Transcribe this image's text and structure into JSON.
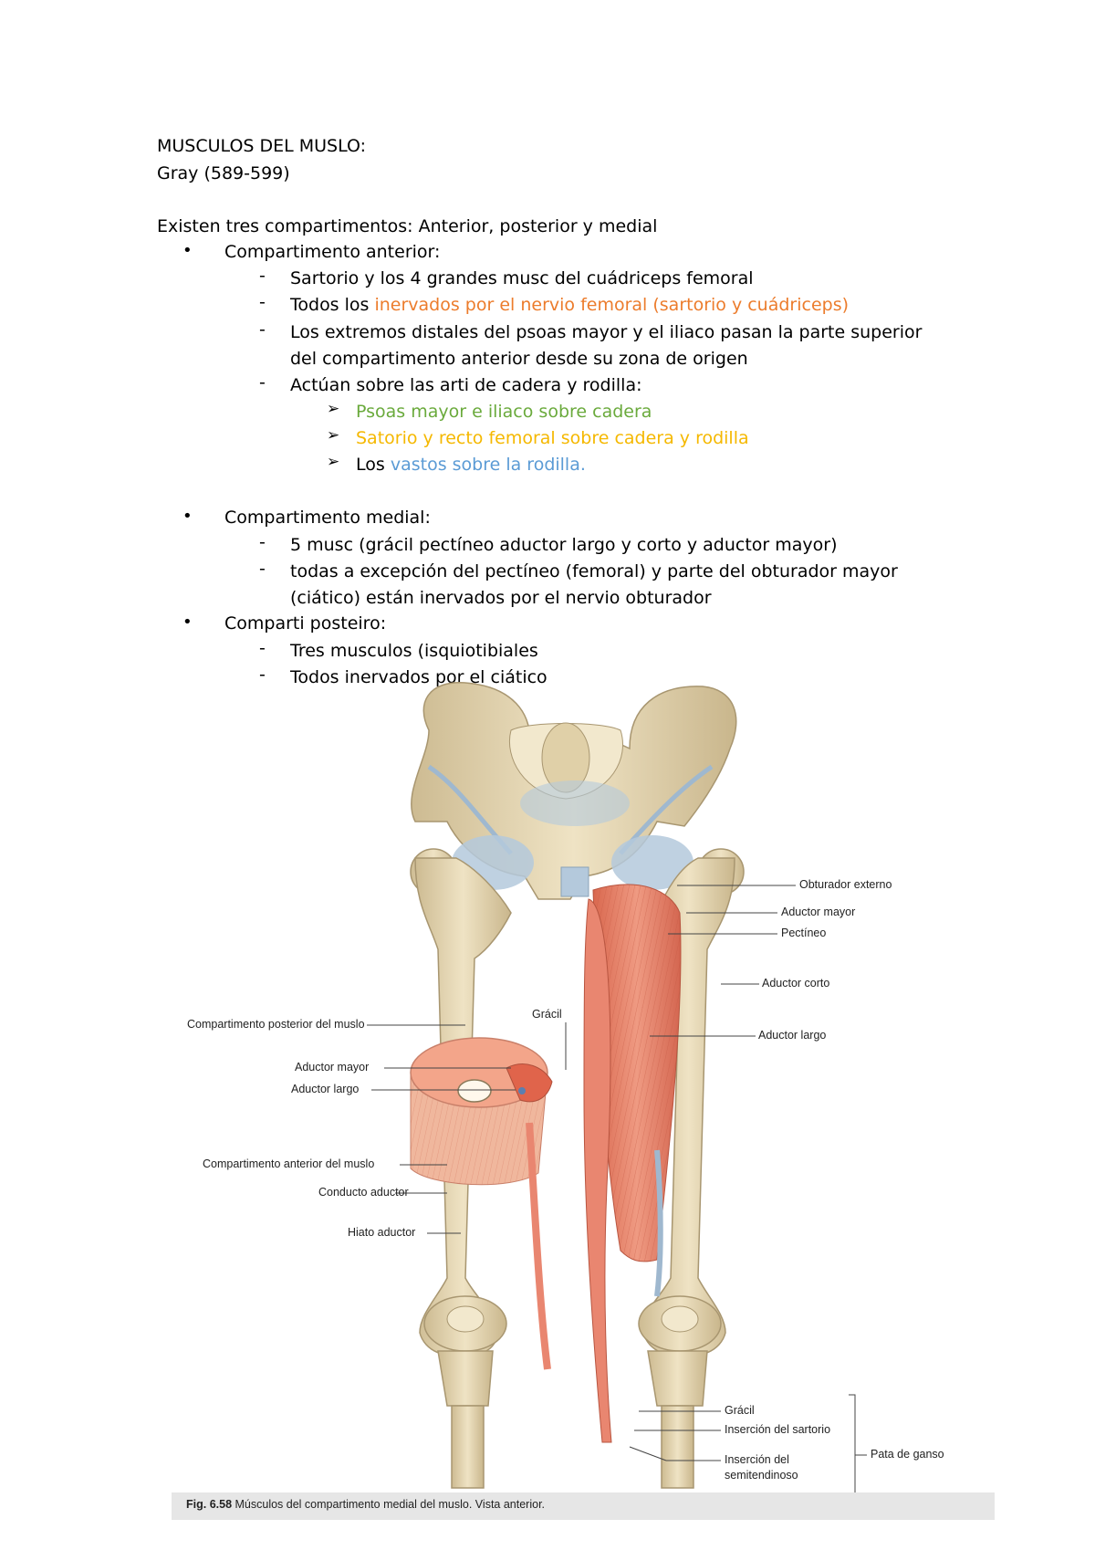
{
  "notes": {
    "title": "MUSCULOS DEL MUSLO:",
    "reference": "Gray (589-599)",
    "intro": "Existen tres compartimentos: Anterior, posterior y medial",
    "anterior": {
      "heading": "Compartimento anterior:",
      "item1": "Sartorio y los 4 grandes musc del cuádriceps femoral",
      "item2_prefix": "Todos los ",
      "item2_highlight": "inervados por el nervio femoral (sartorio y cuádriceps)",
      "item3_line1": "Los extremos distales del psoas mayor y el iliaco pasan  la parte superior",
      "item3_line2": "del compartimento anterior desde su zona de origen",
      "item4": "Actúan sobre las arti de cadera y rodilla:",
      "sub1": "Psoas mayor e iliaco sobre cadera",
      "sub2": "Satorio y recto femoral sobre cadera y rodilla",
      "sub3_prefix": "Los ",
      "sub3_highlight": "vastos sobre la rodilla."
    },
    "medial": {
      "heading": "Compartimento medial:",
      "item1": "5 musc (grácil pectíneo aductor largo y corto y aductor mayor)",
      "item2_line1": "todas a excepción del pectíneo (femoral) y parte del obturador mayor",
      "item2_line2": "(ciático) están inervados por el nervio obturador"
    },
    "posterior": {
      "heading": "Comparti posteiro:",
      "item1": "Tres musculos (isquiotibiales",
      "item2": "Todos inervados por el ciático"
    },
    "bullet_symbol": "•",
    "dash_symbol": "-",
    "arrow_symbol": "➢"
  },
  "figure": {
    "labels": {
      "obturador_externo": "Obturador externo",
      "aductor_mayor_right": "Aductor mayor",
      "pectineo": "Pectíneo",
      "aductor_corto": "Aductor corto",
      "aductor_largo_right": "Aductor largo",
      "gracil_top": "Grácil",
      "comp_posterior": "Compartimento posterior del muslo",
      "aductor_mayor_left": "Aductor mayor",
      "aductor_largo_left": "Aductor largo",
      "comp_anterior": "Compartimento anterior del muslo",
      "conducto_aductor": "Conducto aductor",
      "hiato_aductor": "Hiato aductor",
      "gracil_bottom": "Grácil",
      "insercion_sartorio": "Inserción del sartorio",
      "insercion_semitendinoso_1": "Inserción del",
      "insercion_semitendinoso_2": "semitendinoso",
      "pata_de_ganso": "Pata de ganso"
    },
    "caption_number": "Fig. 6.58",
    "caption_text": " Músculos del compartimento medial del muslo. Vista anterior."
  },
  "colors": {
    "green": "#6aaa3c",
    "orange": "#ec7c2c",
    "yellow": "#f5b800",
    "blue": "#5b9bd5",
    "bone": "#e9dcb9",
    "muscle": "#e8826a",
    "ligament": "#a9c2d8"
  }
}
